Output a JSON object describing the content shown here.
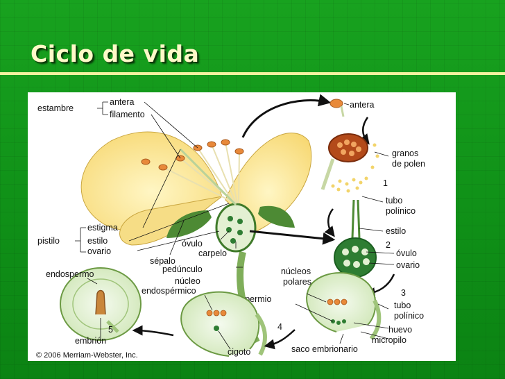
{
  "slide": {
    "title": "Ciclo de vida"
  },
  "diagram": {
    "labels": {
      "estambre": "estambre",
      "antera_flower": "antera",
      "filamento": "filamento",
      "pistilo": "pistilo",
      "estigma": "estigma",
      "estilo_flower": "estilo",
      "ovario_flower": "ovario",
      "sepalo": "sépalo",
      "ovulo_flower": "óvulo",
      "carpelo": "carpelo",
      "pedunculo": "pedúnculo",
      "antera_right": "antera",
      "granos": "granos",
      "de_polen": "de polen",
      "step1": "1",
      "tubo1": "tubo",
      "polinico1": "polínico",
      "estilo_right": "estilo",
      "step2": "2",
      "ovulo_right": "óvulo",
      "ovario_right": "ovario",
      "step3": "3",
      "tubo2": "tubo",
      "polinico2": "polínico",
      "nucleos": "núcleos",
      "polares": "polares",
      "espermio": "espermio",
      "huevo": "huevo",
      "micropilo": "micropilo",
      "saco": "saco embrionario",
      "step4": "4",
      "nucleo": "núcleo",
      "endospermico": "endospérmico",
      "cigoto": "cigoto",
      "endospermo": "endospermo",
      "step5": "5",
      "embrion": "embrión",
      "copyright": "© 2006 Merriam-Webster, Inc."
    }
  },
  "colors": {
    "slide_green": "#0f8f17",
    "title_yellow": "#fff9c8",
    "petal_yellow": "#fbe89a",
    "ovary_green": "#2e7d32",
    "seed_green": "#d8ecc4",
    "pollen_orange": "#e8893a"
  }
}
